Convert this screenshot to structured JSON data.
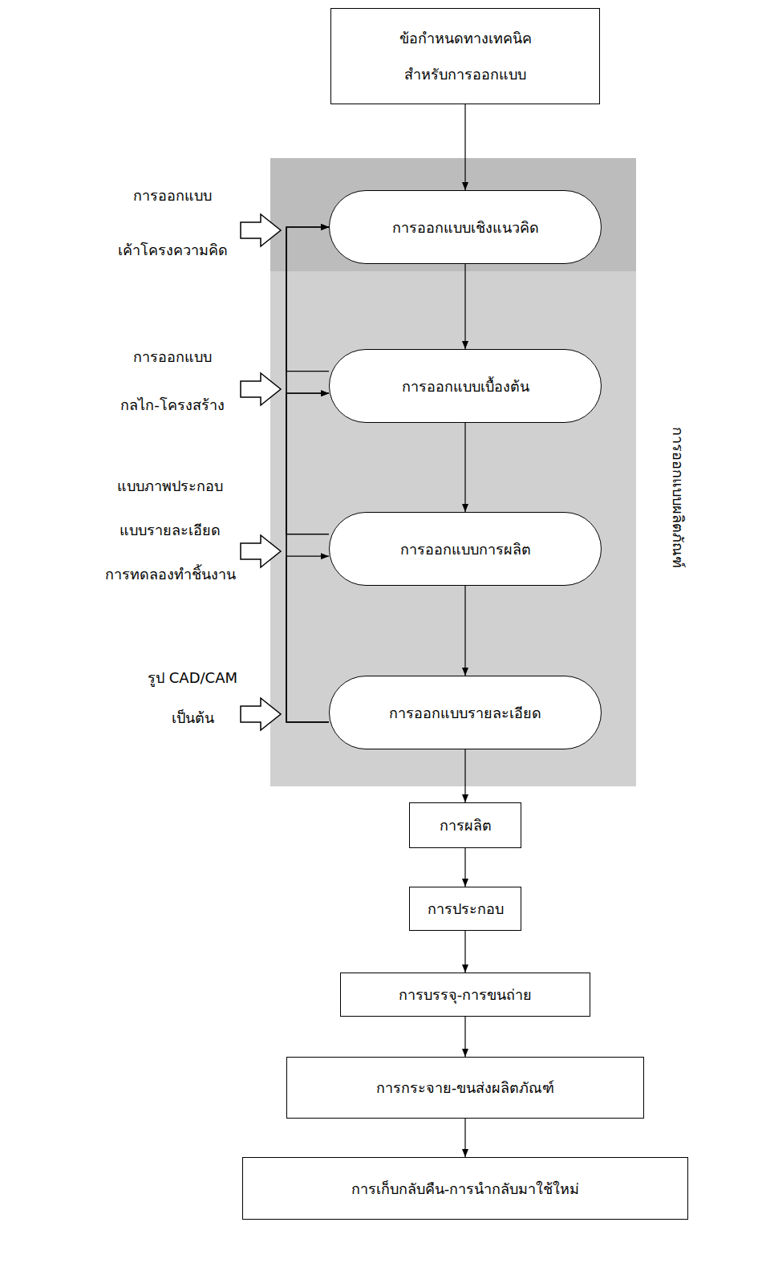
{
  "diagram": {
    "nodes": [
      {
        "text": [
          "ข้อกำหนดทางเทคนิค สำหรับการออกแบบ"
        ]
      },
      {
        "text": [
          "การออกแบบผลิตภัณฑ์"
        ]
      },
      {
        "text": [
          "การออกแบบเชิงแนวคิด"
        ],
        "in": 1
      },
      {
        "text": [
          "การออกแบบเบื้องต้น"
        ],
        "in": 1
      },
      {
        "text": [
          "การออกแบบการผลิต"
        ],
        "in": 1
      },
      {
        "text": [
          "การออกแบบรายละเอียด"
        ],
        "in": 1
      },
      {
        "text": [
          "การผลิต"
        ]
      },
      {
        "text": [
          "การประกอบ"
        ]
      },
      {
        "text": [
          "การบรรจุ-การขนถ่าย"
        ]
      },
      {
        "text": [
          "การกระจาย-ขนส่งผลิตภัณฑ์"
        ]
      },
      {
        "text": [
          "การเก็บกลับคืน-การนำกลับมาใช้ใหม่"
        ]
      }
    ],
    "edges": [
      {
        "from": 0,
        "to": 2,
        "arrow": "to"
      },
      {
        "from": 2,
        "to": 3,
        "arrow": "to"
      },
      {
        "from": 3,
        "to": 4,
        "arrow": "to"
      },
      {
        "from": 4,
        "to": 5,
        "arrow": "to"
      },
      {
        "from": 5,
        "to": 6,
        "arrow": "to"
      },
      {
        "from": 6,
        "to": 7,
        "arrow": "to"
      },
      {
        "from": 7,
        "to": 8,
        "arrow": "to"
      },
      {
        "from": 8,
        "to": 9,
        "arrow": "to"
      },
      {
        "from": 9,
        "to": 10,
        "arrow": "to"
      },
      {
        "from": 5,
        "to": 2,
        "arrow": "to"
      },
      {
        "from": 3,
        "to": 2,
        "arrow": "to"
      },
      {
        "from": 4,
        "to": 2,
        "arrow": "to"
      },
      {
        "from": 5,
        "to": 3,
        "arrow": "to"
      },
      {
        "from": 4,
        "to": 3,
        "arrow": "to"
      },
      {
        "from": 5,
        "to": 4,
        "arrow": "to"
      }
    ],
    "labels": [
      "การออกแบบ เค้าโครงความคิด",
      "การออกแบบ กลไก-โครงสร้าง",
      "แบบภาพประกอบ แบบรายละเอียด การทดลองทำชิ้นงาน",
      "รูป CAD/CAM เป็นต้น"
    ]
  }
}
